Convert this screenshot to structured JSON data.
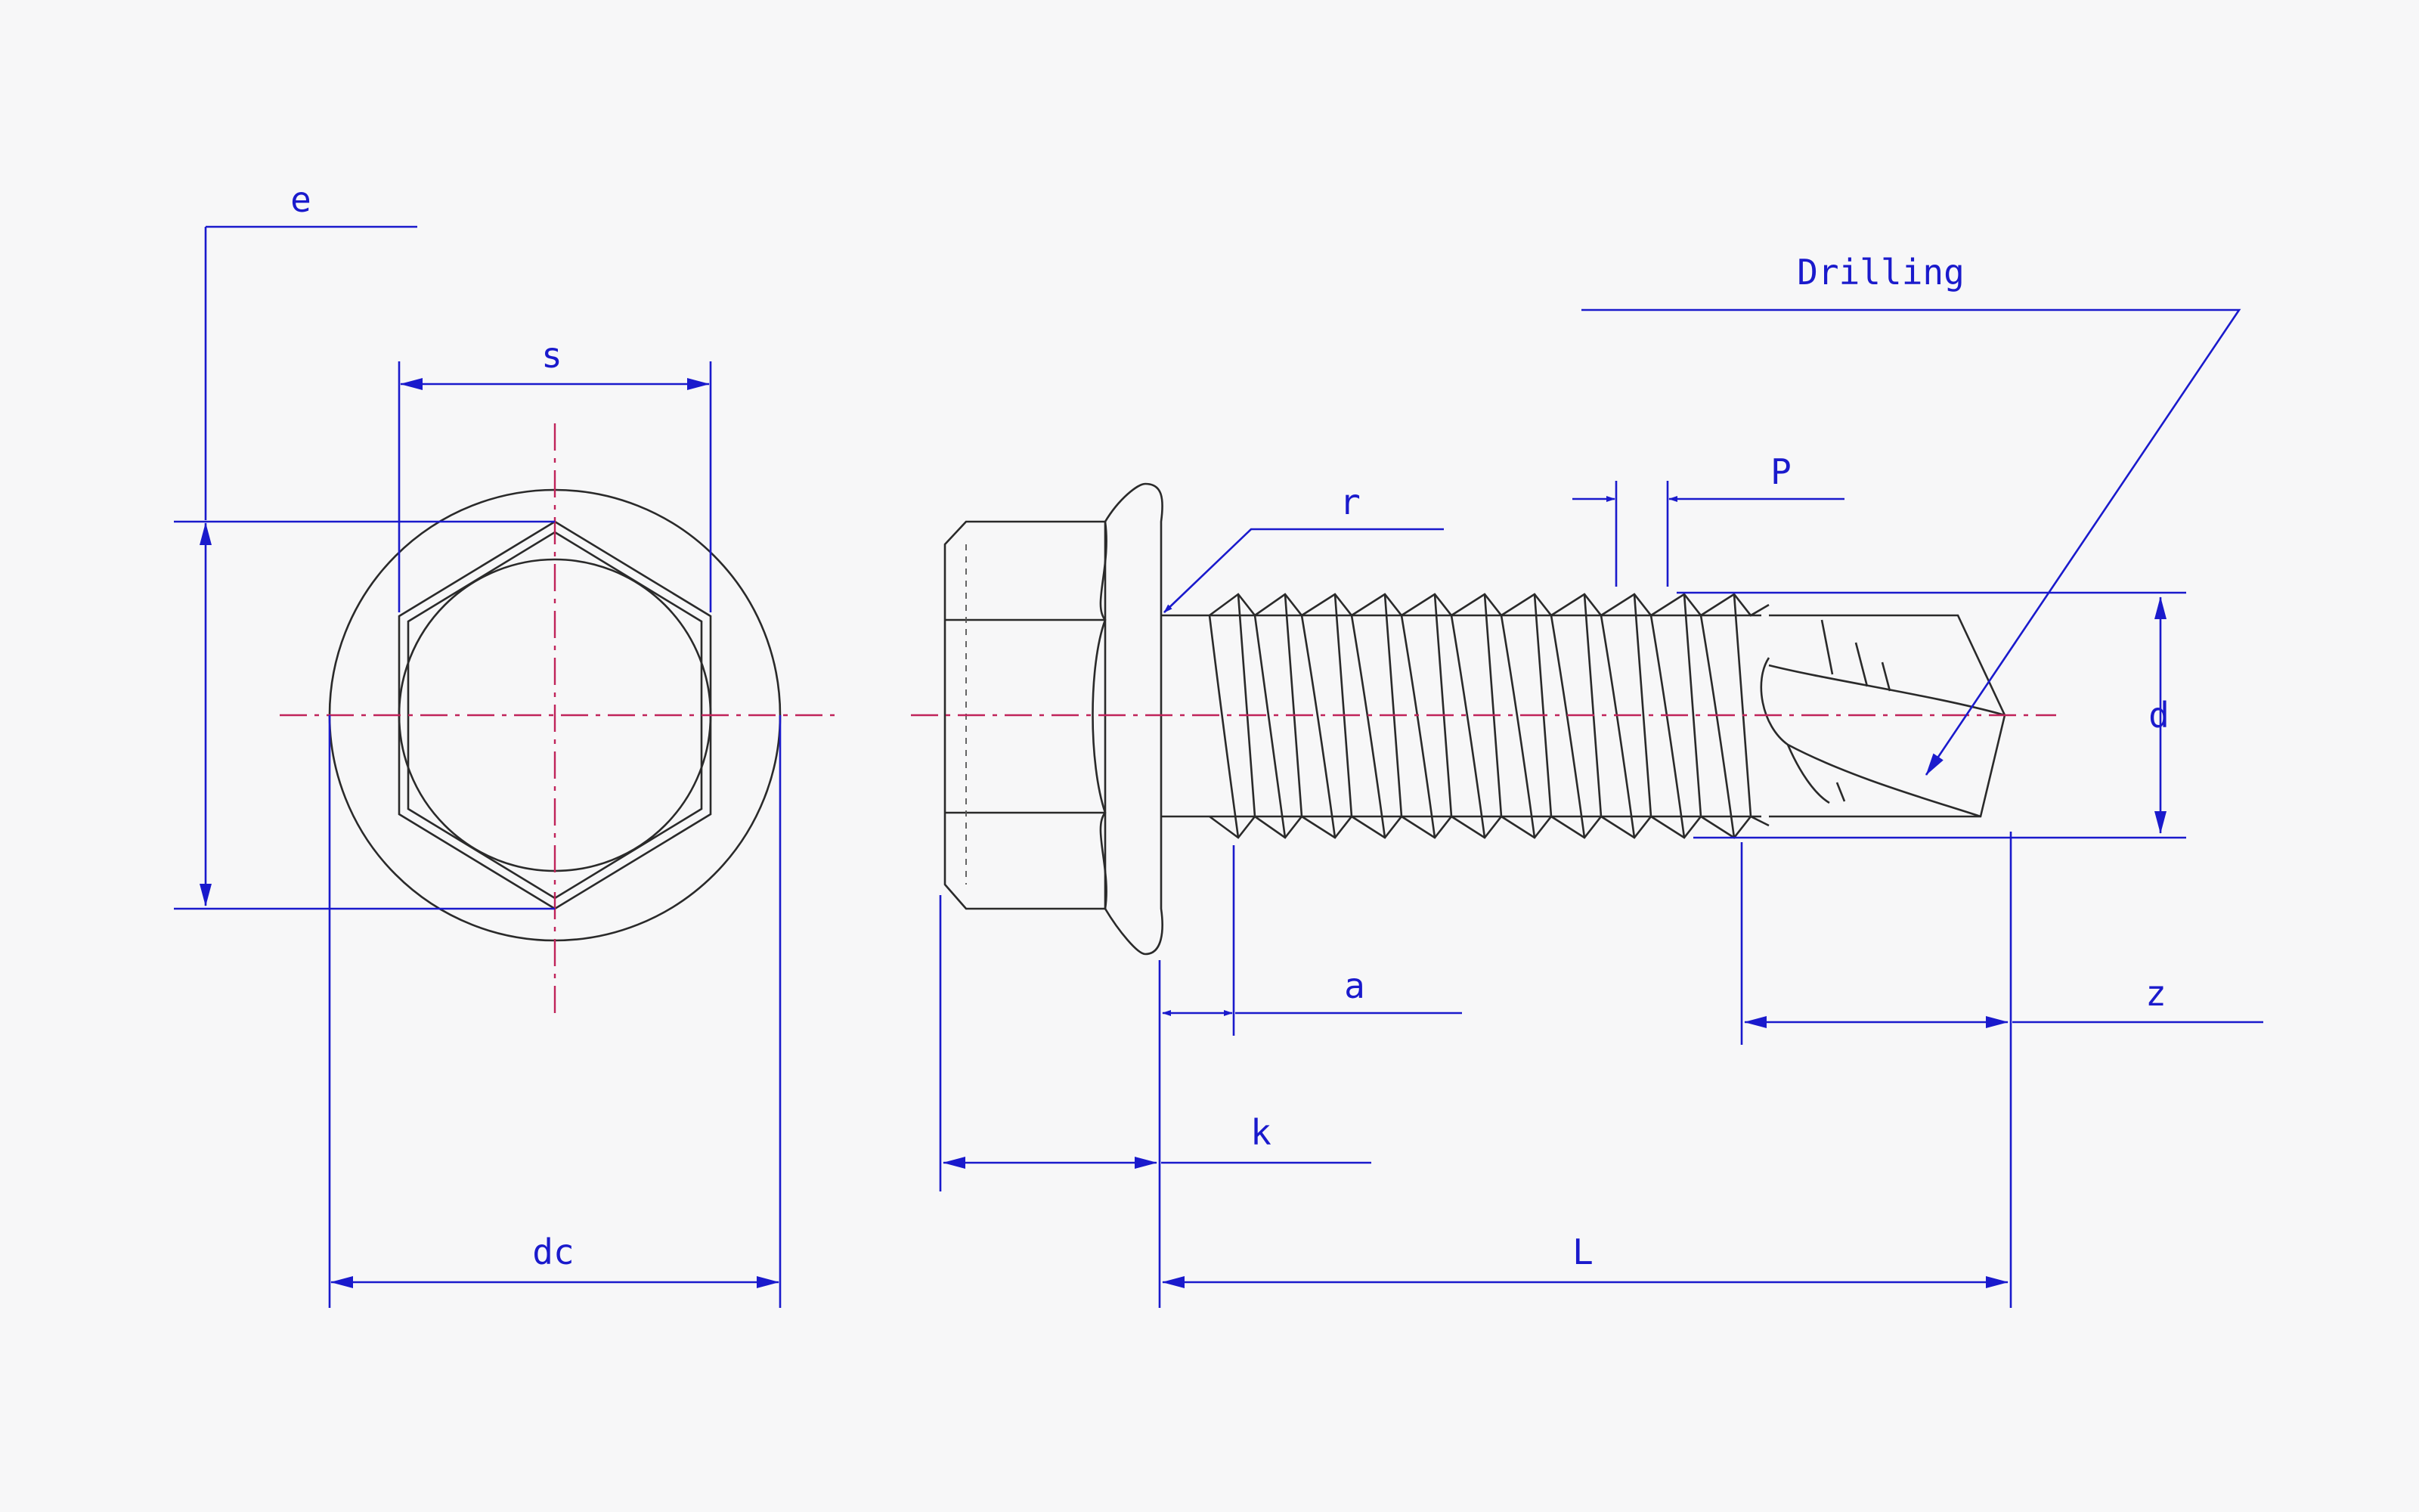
{
  "diagram": {
    "labels": {
      "e": "e",
      "s": "s",
      "dc": "dc",
      "r": "r",
      "p": "P",
      "d": "d",
      "a": "a",
      "k": "k",
      "z": "z",
      "L": "L",
      "drilling": "Drilling"
    },
    "colors": {
      "dimension": "#1a1acc",
      "centerline": "#c0235a",
      "outline": "#2a2a2a",
      "background": "#f7f7f8"
    }
  }
}
